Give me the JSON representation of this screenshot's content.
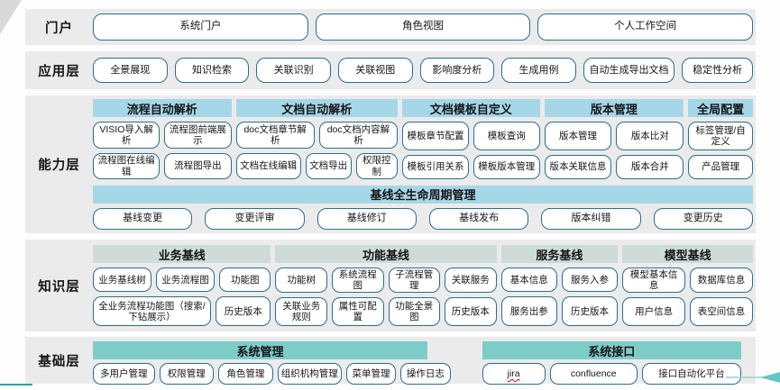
{
  "portal": {
    "label": "门户",
    "buttons": [
      "系统门户",
      "角色视图",
      "个人工作空间"
    ]
  },
  "app_layer": {
    "label": "应用层",
    "buttons": [
      "全景展现",
      "知识检索",
      "关联识别",
      "关联视图",
      "影响度分析",
      "生成用例",
      "自动生成导出文档",
      "稳定性分析"
    ]
  },
  "capability_layer": {
    "label": "能力层",
    "groups": [
      {
        "title": "流程自动解析",
        "rows": [
          [
            "VISIO导入解析",
            "流程图前端展示"
          ],
          [
            "流程图在线编辑",
            "流程图导出"
          ]
        ]
      },
      {
        "title": "文档自动解析",
        "rows": [
          [
            "doc文档章节解析",
            "doc文档内容解析"
          ],
          [
            "文档在线编辑",
            "文档导出",
            "权限控制"
          ]
        ]
      },
      {
        "title": "文档模板自定义",
        "rows": [
          [
            "模板章节配置",
            "模板查询"
          ],
          [
            "模板引用关系",
            "模板版本管理"
          ]
        ]
      },
      {
        "title": "版本管理",
        "rows": [
          [
            "版本管理",
            "版本比对"
          ],
          [
            "版本关联信息",
            "版本合并"
          ]
        ]
      },
      {
        "title": "全局配置",
        "rows": [
          [
            "标签管理/自定义"
          ],
          [
            "产品管理"
          ]
        ]
      }
    ],
    "baseline": {
      "title": "基线全生命周期管理",
      "buttons": [
        "基线变更",
        "变更评审",
        "基线修订",
        "基线发布",
        "版本纠错",
        "变更历史"
      ]
    }
  },
  "knowledge_layer": {
    "label": "知识层",
    "groups": [
      {
        "title": "业务基线",
        "rows": [
          [
            "业务基线树",
            "业务流程图",
            "功能图"
          ],
          [
            "全业务流程功能图（搜索/下钻展示）",
            "历史版本"
          ]
        ]
      },
      {
        "title": "功能基线",
        "rows": [
          [
            "功能树",
            "系统流程图",
            "子流程管理",
            "关联服务"
          ],
          [
            "关联业务规则",
            "属性可配置",
            "功能全景图",
            "历史版本"
          ]
        ]
      },
      {
        "title": "服务基线",
        "rows": [
          [
            "基本信息",
            "服务入参"
          ],
          [
            "服务出参",
            "历史版本"
          ]
        ]
      },
      {
        "title": "模型基线",
        "rows": [
          [
            "模型基本信息",
            "数据库信息"
          ],
          [
            "用户信息",
            "表空间信息"
          ]
        ]
      }
    ]
  },
  "base_layer": {
    "label": "基础层",
    "groups": [
      {
        "title": "系统管理",
        "buttons": [
          "多用户管理",
          "权限管理",
          "角色管理",
          "组织机构管理",
          "菜单管理",
          "操作日志"
        ]
      },
      {
        "title": "系统接口",
        "buttons": [
          "jira",
          "confluence",
          "接口自动化平台"
        ]
      }
    ]
  },
  "colors": {
    "capability_header": "#a6d7e8",
    "knowledge_header": "#cddcd9",
    "base_header": "#7eccc8",
    "box_border": "#2b6e8c",
    "band_background": "#ebebeb",
    "accent_line": "#2f9faf",
    "arrow": "#62c5c7"
  }
}
